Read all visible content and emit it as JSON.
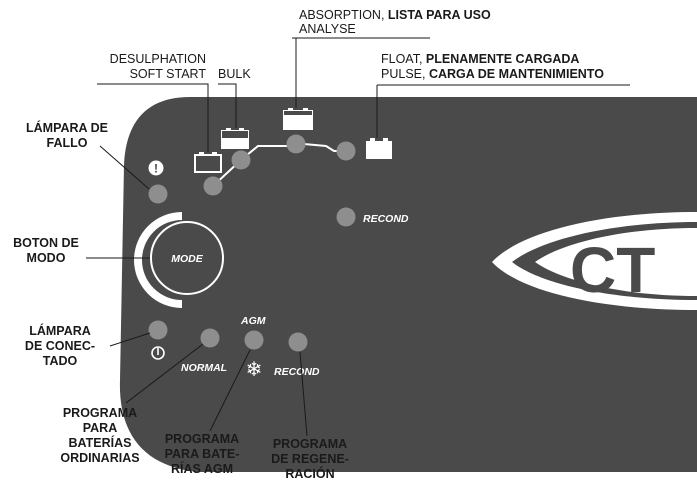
{
  "top_labels": {
    "absorption_prefix": "ABSORPTION, ",
    "absorption_bold": "LISTA PARA USO",
    "analyse": "ANALYSE",
    "desulphation": "DESULPHATION",
    "soft_start": "SOFT START",
    "bulk": "BULK",
    "float_prefix": "FLOAT, ",
    "float_bold": "PLENAMENTE CARGADA",
    "pulse_prefix": "PULSE, ",
    "pulse_bold": "CARGA DE MANTENIMIENTO"
  },
  "left_labels": {
    "fault_lamp_1": "LÁMPARA DE",
    "fault_lamp_2": "FALLO",
    "mode_button_1": "BOTON DE",
    "mode_button_2": "MODO",
    "connected_lamp_1": "LÁMPARA",
    "connected_lamp_2": "DE CONEC-",
    "connected_lamp_3": "TADO"
  },
  "bottom_labels": {
    "normal_program_1": "PROGRAMA",
    "normal_program_2": "PARA",
    "normal_program_3": "BATERÍAS",
    "normal_program_4": "ORDINARIAS",
    "agm_program_1": "PROGRAMA",
    "agm_program_2": "PARA BATE-",
    "agm_program_3": "RÍAS AGM",
    "recond_program_1": "PROGRAMA",
    "recond_program_2": "DE REGENE-",
    "recond_program_3": "RACIÓN"
  },
  "panel": {
    "mode_button_text": "MODE",
    "recond_upper": "RECOND",
    "normal_text": "NORMAL",
    "agm_text": "AGM",
    "recond_lower": "RECOND",
    "logo_text": "CT",
    "fault_symbol": "!",
    "power_symbol": "⏻",
    "snowflake_symbol": "❄"
  },
  "colors": {
    "panel": "#4a4a4a",
    "led": "#8e8e8e",
    "panel_text": "#ffffff",
    "ink": "#1a1a1a"
  }
}
